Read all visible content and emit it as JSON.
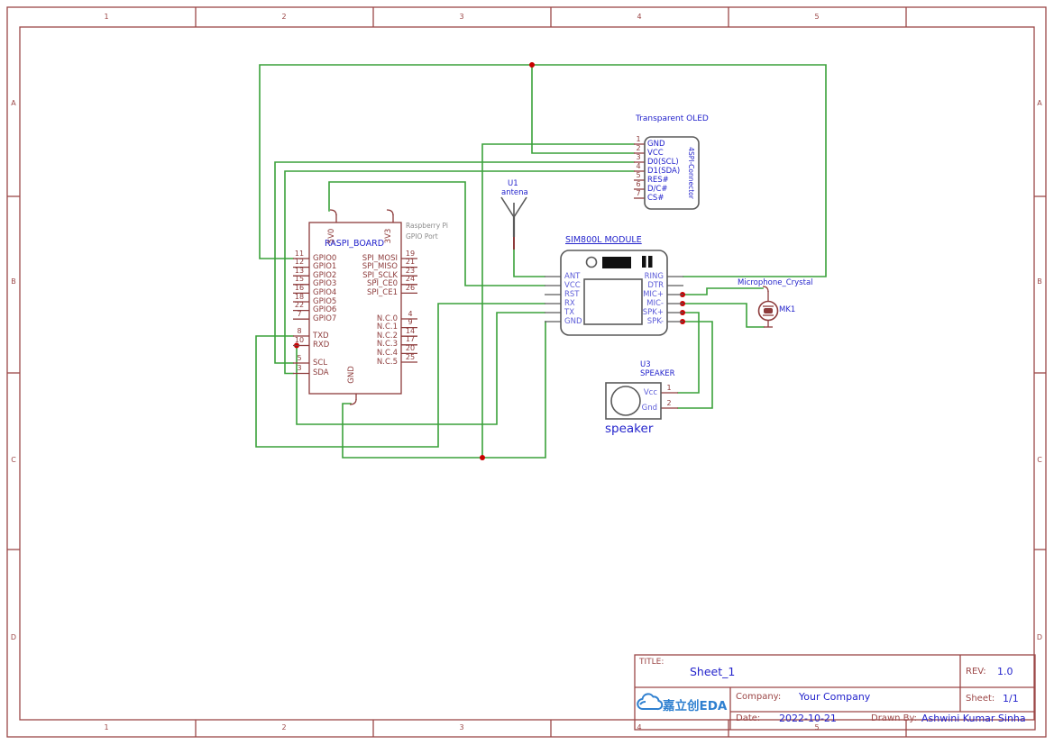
{
  "colors": {
    "frame": "#9c4747",
    "component": "#8d3b3b",
    "wire": "#3aa13a",
    "blue": "#2424cc",
    "pinblue": "#5c5cd8",
    "gray": "#8b8b8b",
    "junction": "#c80000",
    "logo": "#2f80d0"
  },
  "border": {
    "cols": [
      "1",
      "2",
      "3",
      "4",
      "5"
    ],
    "rows": [
      "A",
      "B",
      "C",
      "D"
    ]
  },
  "title_block": {
    "title_label": "TITLE:",
    "title": "Sheet_1",
    "rev_label": "REV:",
    "rev": "1.0",
    "logo_text": "嘉立创EDA",
    "company_label": "Company:",
    "company": "Your Company",
    "sheet_label": "Sheet:",
    "sheet": "1/1",
    "date_label": "Date:",
    "date": "2022-10-21",
    "drawn_label": "Drawn By:",
    "drawn_by": "Ashwini Kumar Sinha"
  },
  "raspi": {
    "name": "RASPI_BOARD",
    "note_line1": "Raspberry Pi",
    "note_line2": "GPIO Port",
    "top_pin1": "5V0",
    "top_pin2": "3V3",
    "bottom_pin": "GND",
    "gpio_pins": [
      {
        "num": "11",
        "name": "GPIO0"
      },
      {
        "num": "12",
        "name": "GPIO1"
      },
      {
        "num": "13",
        "name": "GPIO2"
      },
      {
        "num": "15",
        "name": "GPIO3"
      },
      {
        "num": "16",
        "name": "GPIO4"
      },
      {
        "num": "18",
        "name": "GPIO5"
      },
      {
        "num": "22",
        "name": "GPIO6"
      },
      {
        "num": "7",
        "name": "GPIO7"
      }
    ],
    "uart_pins": [
      {
        "num": "8",
        "name": "TXD"
      },
      {
        "num": "10",
        "name": "RXD"
      }
    ],
    "i2c_pins": [
      {
        "num": "5",
        "name": "SCL"
      },
      {
        "num": "3",
        "name": "SDA"
      }
    ],
    "spi_pins": [
      {
        "num": "19",
        "name": "SPI_MOSI"
      },
      {
        "num": "21",
        "name": "SPI_MISO"
      },
      {
        "num": "23",
        "name": "SPI_SCLK"
      },
      {
        "num": "24",
        "name": "SPI_CE0"
      },
      {
        "num": "26",
        "name": "SPI_CE1"
      }
    ],
    "nc_pins": [
      {
        "num": "4",
        "name": "N.C.0"
      },
      {
        "num": "9",
        "name": "N.C.1"
      },
      {
        "num": "14",
        "name": "N.C.2"
      },
      {
        "num": "17",
        "name": "N.C.3"
      },
      {
        "num": "20",
        "name": "N.C.4"
      },
      {
        "num": "25",
        "name": "N.C.5"
      }
    ]
  },
  "sim800l": {
    "name": "SIM800L MODULE",
    "left_pins": [
      {
        "name": "ANT"
      },
      {
        "name": "VCC"
      },
      {
        "name": "RST"
      },
      {
        "name": "RX"
      },
      {
        "name": "TX"
      },
      {
        "name": "GND"
      }
    ],
    "right_pins": [
      {
        "name": "RING"
      },
      {
        "name": "DTR"
      },
      {
        "name": "MIC+"
      },
      {
        "name": "MIC-"
      },
      {
        "name": "SPK+"
      },
      {
        "name": "SPK-"
      }
    ]
  },
  "oled": {
    "label": "Transparent OLED",
    "side_text": "4SPI-Connector",
    "pins": [
      {
        "num": "1",
        "name": "GND"
      },
      {
        "num": "2",
        "name": "VCC"
      },
      {
        "num": "3",
        "name": "D0(SCL)"
      },
      {
        "num": "4",
        "name": "D1(SDA)"
      },
      {
        "num": "5",
        "name": "RES#"
      },
      {
        "num": "6",
        "name": "D/C#"
      },
      {
        "num": "7",
        "name": "CS#"
      }
    ]
  },
  "antenna": {
    "ref": "U1",
    "value": "antena"
  },
  "mic": {
    "label": "Microphone_Crystal",
    "ref": "MK1"
  },
  "speaker": {
    "ref": "U3",
    "value": "SPEAKER",
    "caption": "speaker",
    "pins": [
      {
        "num": "1",
        "name": "Vcc"
      },
      {
        "num": "2",
        "name": "Gnd"
      }
    ]
  }
}
